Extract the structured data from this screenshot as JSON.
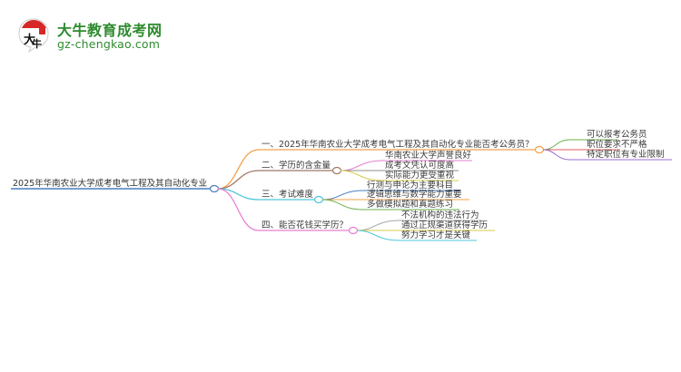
{
  "logo": {
    "title": "大牛教育成考网",
    "url": "gz-chengkao.com",
    "badge_glyph": "大牛",
    "colors": {
      "brand_green": "#2e8b2e",
      "badge_red": "#d62828"
    }
  },
  "mindmap": {
    "root": {
      "label": "2025年华南农业大学成考电气工程及其自动化专业",
      "color": "#4a7fc1"
    },
    "branches": [
      {
        "label": "一、2025年华南农业大学成考电气工程及其自动化专业能否考公务员？",
        "color": "#f5a04a",
        "children": [
          {
            "label": "可以报考公务员",
            "color": "#6ab04c"
          },
          {
            "label": "职位要求不严格",
            "color": "#e35d5d"
          },
          {
            "label": "特定职位有专业限制",
            "color": "#9b6fd1"
          }
        ]
      },
      {
        "label": "二、学历的含金量",
        "color": "#a0786a",
        "children": [
          {
            "label": "华南农业大学声誉良好",
            "color": "#e77fd0"
          },
          {
            "label": "成考文凭认可度高",
            "color": "#8c8c8c"
          },
          {
            "label": "实际能力更受重视",
            "color": "#d6cc4a"
          }
        ]
      },
      {
        "label": "三、考试难度",
        "color": "#4fc7d9",
        "children": [
          {
            "label": "行测与申论为主要科目",
            "color": "#4a7fc1"
          },
          {
            "label": "逻辑思维与数学能力重要",
            "color": "#f5a04a"
          },
          {
            "label": "多做模拟题和真题练习",
            "color": "#6ab04c"
          }
        ]
      },
      {
        "label": "四、能否花钱买学历？",
        "color": "#e77fd0",
        "children": [
          {
            "label": "不法机构的违法行为",
            "color": "#a8a8a8"
          },
          {
            "label": "通过正规渠道获得学历",
            "color": "#d6cc4a"
          },
          {
            "label": "努力学习才是关键",
            "color": "#4fc7d9"
          }
        ]
      }
    ]
  }
}
